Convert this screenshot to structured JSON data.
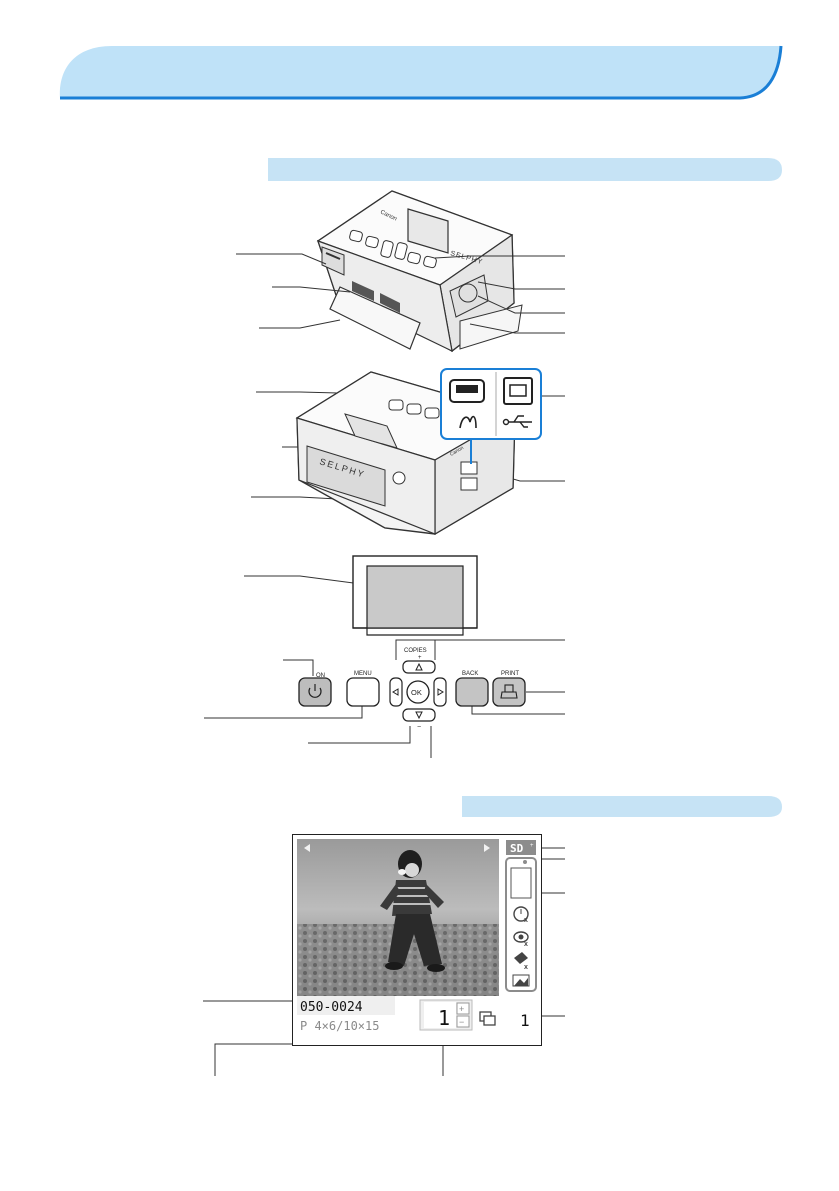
{
  "printer": {
    "brand_top": "Canon",
    "model_top": "SELPHY",
    "model_back": "SELPHY",
    "brand_back": "Canon"
  },
  "panel": {
    "on_label": "ON",
    "menu_label": "MENU",
    "copies_label": "COPIES",
    "copies_plus": "+",
    "copies_minus": "−",
    "ok_label": "OK",
    "back_label": "BACK",
    "print_label": "PRINT"
  },
  "display": {
    "card_badge": "SD",
    "image_number": "050-0024",
    "paper_info": "P 4×6/10×15",
    "copies_value": "1",
    "copies_plus": "+",
    "copies_minus": "−",
    "total_count": "1"
  },
  "colors": {
    "section_band": "#c6e3f5",
    "header_band": "#bfe2f8",
    "header_border": "#1a7fd6"
  }
}
